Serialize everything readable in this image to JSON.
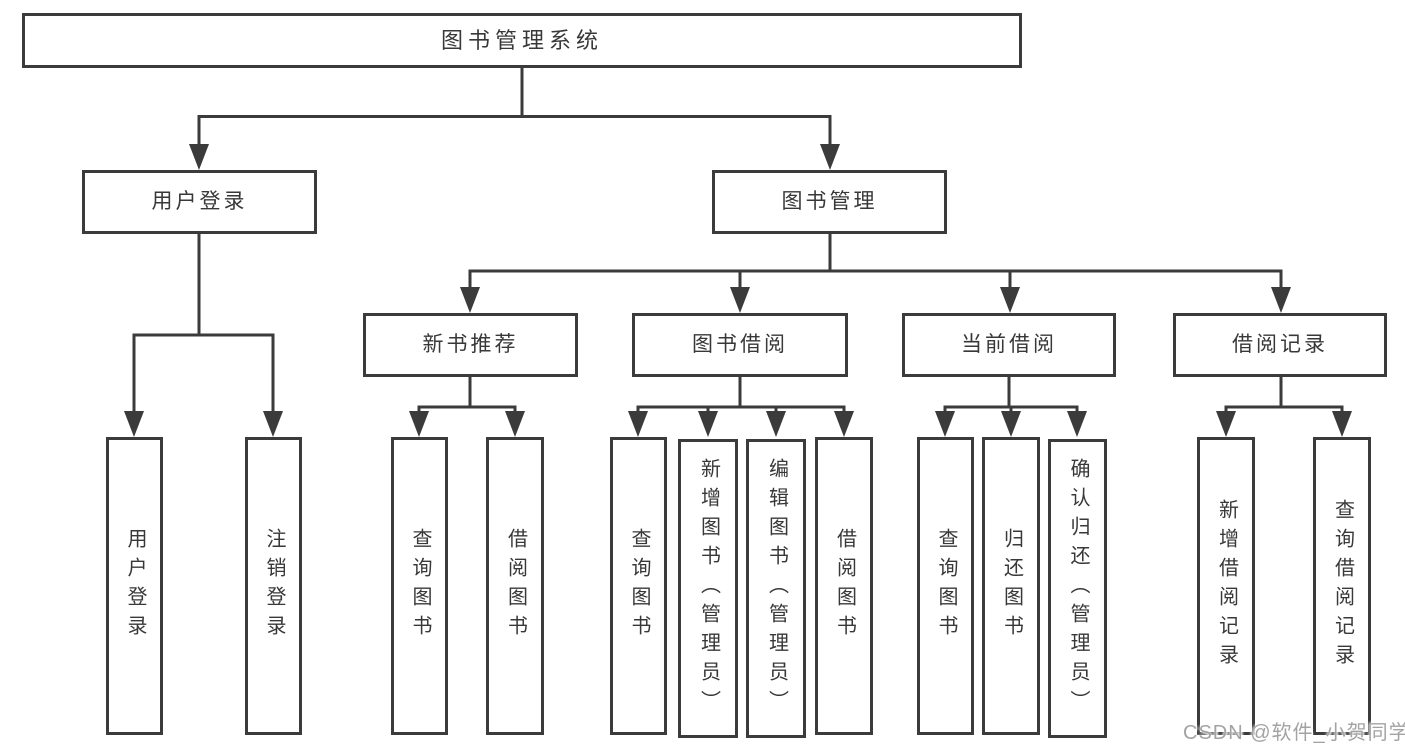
{
  "colors": {
    "background": "#ffffff",
    "line": "#3b3b3b",
    "box_border": "#3b3b3b",
    "box_fill": "#ffffff",
    "text": "#383838",
    "watermark": "#a3a3a3"
  },
  "watermark": {
    "text": "CSDN @软件_小贺同学"
  },
  "tree": {
    "root": {
      "label": "图书管理系统",
      "children": [
        {
          "label": "用户登录",
          "children": [
            {
              "label": "用户登录"
            },
            {
              "label": "注销登录"
            }
          ]
        },
        {
          "label": "图书管理",
          "children": [
            {
              "label": "新书推荐",
              "children": [
                {
                  "label": "查询图书"
                },
                {
                  "label": "借阅图书"
                }
              ]
            },
            {
              "label": "图书借阅",
              "children": [
                {
                  "label": "查询图书"
                },
                {
                  "label": "新增图书（管理员）"
                },
                {
                  "label": "编辑图书（管理员）"
                },
                {
                  "label": "借阅图书"
                }
              ]
            },
            {
              "label": "当前借阅",
              "children": [
                {
                  "label": "查询图书"
                },
                {
                  "label": "归还图书"
                },
                {
                  "label": "确认归还（管理员）"
                }
              ]
            },
            {
              "label": "借阅记录",
              "children": [
                {
                  "label": "新增借阅记录"
                },
                {
                  "label": "查询借阅记录"
                }
              ]
            }
          ]
        }
      ]
    }
  }
}
